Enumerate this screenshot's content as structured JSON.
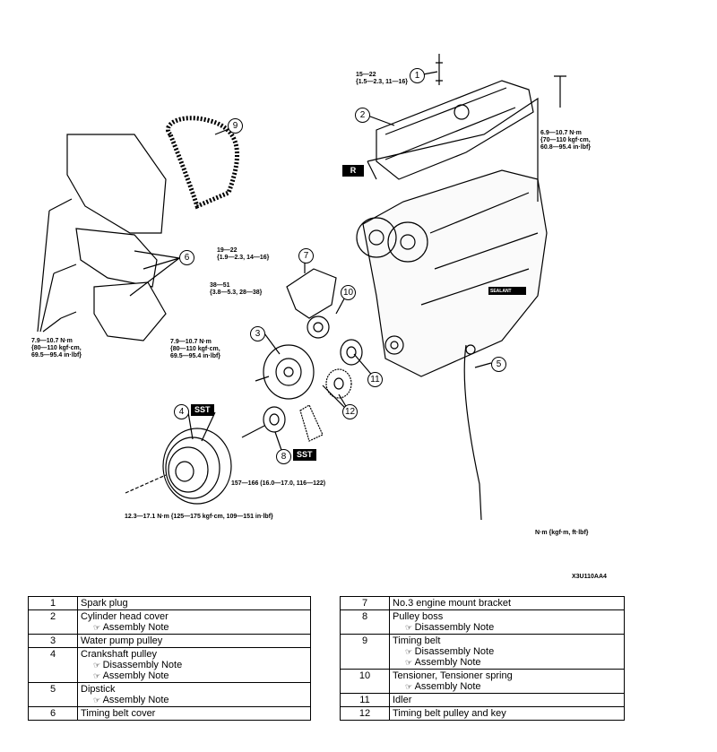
{
  "diagram": {
    "callouts": [
      "1",
      "2",
      "3",
      "4",
      "5",
      "6",
      "7",
      "8",
      "9",
      "10",
      "11",
      "12"
    ],
    "torque": {
      "spark_plug": "15—22\n{1.5—2.3, 11—16}",
      "head_cover": "6.9—10.7 N·m\n{70—110 kgf·cm,\n60.8—95.4 in·lbf}",
      "mount_bracket": "19—22\n{1.9—2.3, 14—16}",
      "bracket_bolt": "38—51\n{3.8—5.3, 28—38}",
      "water_pump": "7.9—10.7 N·m\n{80—110 kgf·cm,\n69.5—95.4 in·lbf}",
      "cover_bolts": "7.9—10.7 N·m\n{80—110 kgf·cm,\n69.5—95.4 in·lbf}",
      "pulley_boss": "157—166 (16.0—17.0, 116—122)",
      "crankshaft": "12.3—17.1 N·m {125—175 kgf·cm, 109—151 in·lbf}"
    },
    "sst_label": "SST",
    "r_label": "R",
    "sealant_label": "SEALANT",
    "unit_legend": "N·m {kgf·m, ft·lbf}",
    "figure_code": "X3U110AA4"
  },
  "parts_left": [
    {
      "num": "1",
      "name": "Spark plug",
      "notes": []
    },
    {
      "num": "2",
      "name": "Cylinder head cover",
      "notes": [
        "Assembly Note"
      ]
    },
    {
      "num": "3",
      "name": "Water pump pulley",
      "notes": []
    },
    {
      "num": "4",
      "name": "Crankshaft pulley",
      "notes": [
        "Disassembly Note",
        "Assembly Note"
      ]
    },
    {
      "num": "5",
      "name": "Dipstick",
      "notes": [
        "Assembly Note"
      ]
    },
    {
      "num": "6",
      "name": "Timing belt cover",
      "notes": []
    }
  ],
  "parts_right": [
    {
      "num": "7",
      "name": "No.3 engine mount bracket",
      "notes": []
    },
    {
      "num": "8",
      "name": "Pulley boss",
      "notes": [
        "Disassembly Note"
      ]
    },
    {
      "num": "9",
      "name": "Timing belt",
      "notes": [
        "Disassembly Note",
        "Assembly Note"
      ]
    },
    {
      "num": "10",
      "name": "Tensioner, Tensioner spring",
      "notes": [
        "Assembly Note"
      ]
    },
    {
      "num": "11",
      "name": "Idler",
      "notes": []
    },
    {
      "num": "12",
      "name": "Timing belt pulley and key",
      "notes": []
    }
  ]
}
